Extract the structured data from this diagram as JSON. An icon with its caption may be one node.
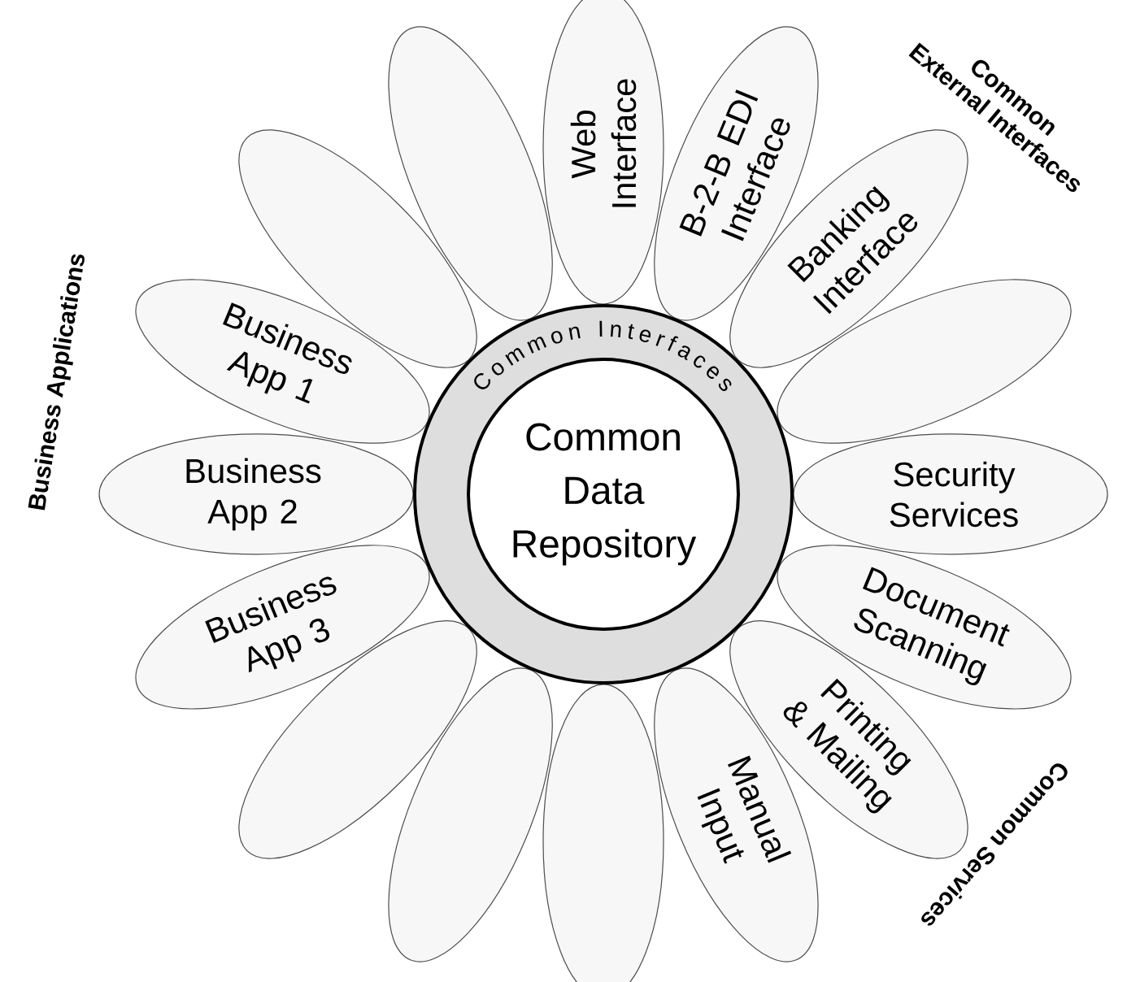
{
  "diagram": {
    "nodes": [
      {
        "text": [
          "Common Interfaces"
        ]
      },
      {
        "text": [
          "Common Data Repository"
        ],
        "in": 0
      },
      {
        "text": [
          "Web Interface"
        ]
      },
      {
        "text": [
          "B-2-B EDI Interface"
        ]
      },
      {
        "text": [
          "Banking Interface"
        ]
      },
      {
        "text": [],
        "shape": "ellipse"
      },
      {
        "text": [
          "Security Services"
        ]
      },
      {
        "text": [
          "Document Scanning"
        ]
      },
      {
        "text": [
          "Printing & Mailing"
        ]
      },
      {
        "text": [
          "Manual Input"
        ]
      },
      {
        "text": [],
        "shape": "ellipse"
      },
      {
        "text": [],
        "shape": "ellipse"
      },
      {
        "text": [],
        "shape": "ellipse"
      },
      {
        "text": [
          "Business App 3"
        ]
      },
      {
        "text": [
          "Business App 2"
        ]
      },
      {
        "text": [
          "Business App 1"
        ]
      },
      {
        "text": [],
        "shape": "ellipse"
      },
      {
        "text": [],
        "shape": "ellipse"
      }
    ],
    "labels": [
      "Common External Interfaces",
      "Business Applications",
      "Common Services"
    ]
  }
}
